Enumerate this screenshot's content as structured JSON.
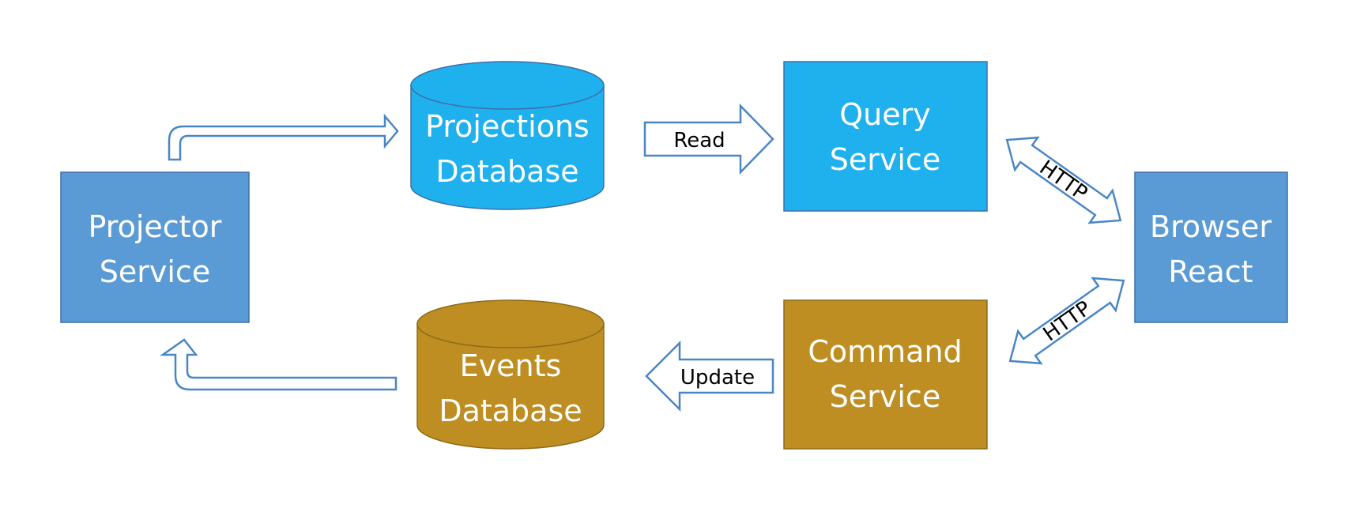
{
  "colors": {
    "steel_blue": "#5b9bd5",
    "bright_blue": "#1fb0ee",
    "gold": "#be8e22",
    "arrow_outline": "#4a86c6",
    "box_border": "#3e6fa8",
    "gold_border": "#8f6a16"
  },
  "nodes": {
    "projector_service": {
      "line1": "Projector",
      "line2": "Service"
    },
    "projections_db": {
      "line1": "Projections",
      "line2": "Database"
    },
    "query_service": {
      "line1": "Query",
      "line2": "Service"
    },
    "browser_react": {
      "line1": "Browser",
      "line2": "React"
    },
    "command_service": {
      "line1": "Command",
      "line2": "Service"
    },
    "events_db": {
      "line1": "Events",
      "line2": "Database"
    }
  },
  "edges": {
    "read": {
      "label": "Read"
    },
    "update": {
      "label": "Update"
    },
    "http_query": {
      "label": "HTTP"
    },
    "http_command": {
      "label": "HTTP"
    }
  }
}
